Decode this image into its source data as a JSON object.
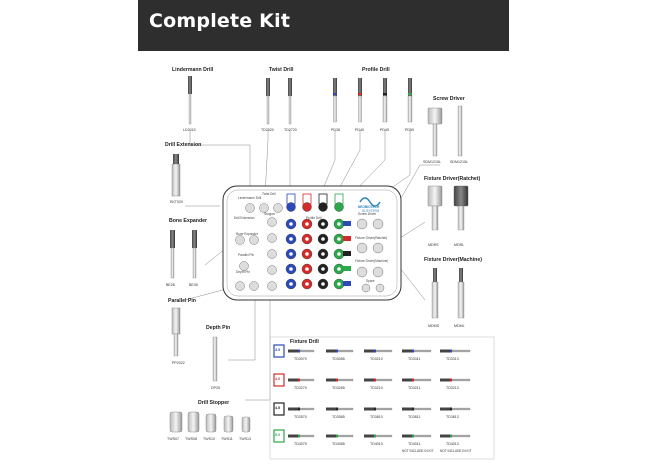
{
  "header": {
    "title": "Complete Kit"
  },
  "sections": {
    "lindermann": {
      "label": "Lindermann Drill",
      "codes": [
        "LD2015"
      ]
    },
    "twist": {
      "label": "Twist Drill",
      "codes": [
        "TD2520",
        "TD2720"
      ]
    },
    "profile": {
      "label": "Profile Drill",
      "codes": [
        "PD38",
        "PD40",
        "PD45",
        "PD50"
      ]
    },
    "screw_driver": {
      "label": "Screw Driver",
      "codes": [
        "SDM1215L",
        "SDM1215L"
      ]
    },
    "drill_extension": {
      "label": "Drill Extension",
      "codes": [
        "EKT020"
      ]
    },
    "fixture_ratchet": {
      "label": "Fixture Driver(Ratchet)",
      "codes": [
        "MDRS",
        "MDRL"
      ]
    },
    "bone_expander": {
      "label": "Bone Expander",
      "codes": [
        "BE28",
        "BE35"
      ]
    },
    "fixture_machine": {
      "label": "Fixture Driver(Machine)",
      "codes": [
        "MDMS",
        "MDML"
      ]
    },
    "parallel_pin": {
      "label": "Parallel Pin",
      "codes": [
        "PP2022"
      ]
    },
    "depth_pin": {
      "label": "Depth Pin",
      "codes": [
        "DP25"
      ]
    },
    "drill_stopper": {
      "label": "Drill Stopper",
      "codes": [
        "TWS07",
        "TWS08",
        "TWS10",
        "TWS11",
        "TWS13"
      ]
    },
    "fixture_drill": {
      "label": "Fixture Drill",
      "rows": [
        {
          "tag": "3.5",
          "color": "#2b49b8",
          "codes": [
            "TD3070",
            "TD3085",
            "TD3210",
            "TD3311",
            "TD3313"
          ]
        },
        {
          "tag": "4.0",
          "color": "#d42a2a",
          "codes": [
            "TD3270",
            "TD3285",
            "TD3210",
            "TD3211",
            "TD3213"
          ]
        },
        {
          "tag": "4.5",
          "color": "#222222",
          "codes": [
            "TD3570",
            "TD3585",
            "TD3810",
            "TD3811",
            "TD3813"
          ]
        },
        {
          "tag": "5.0",
          "color": "#2aa84a",
          "codes": [
            "TD4075",
            "TD4085",
            "TD4010",
            "TD4011",
            "TD4013"
          ]
        }
      ],
      "notes": [
        "NOT INCLUDE IN KIT",
        "NOT INCLUDE IN KIT"
      ]
    }
  },
  "tray": {
    "logo": "NEOBIOTECH",
    "sublogo": "IS-SYSTEM",
    "labels": {
      "lindermann": "Lindermann Drill",
      "twist": "Twist Drill",
      "profile": "Profile Drill",
      "drill_ext": "Drill Extension",
      "bone_exp": "Bone Expander",
      "parallel": "Parallel Pin",
      "depth": "Depth Pin",
      "stopper": "Stopper",
      "screw": "Screw Driver",
      "fix_ratchet": "Fixture Driver(Ratchet)",
      "fix_machine": "Fixture Driver(Machine)",
      "spare": "Spare"
    },
    "dot_colors": [
      "#2b49b8",
      "#d42a2a",
      "#222222",
      "#2aa84a"
    ]
  }
}
